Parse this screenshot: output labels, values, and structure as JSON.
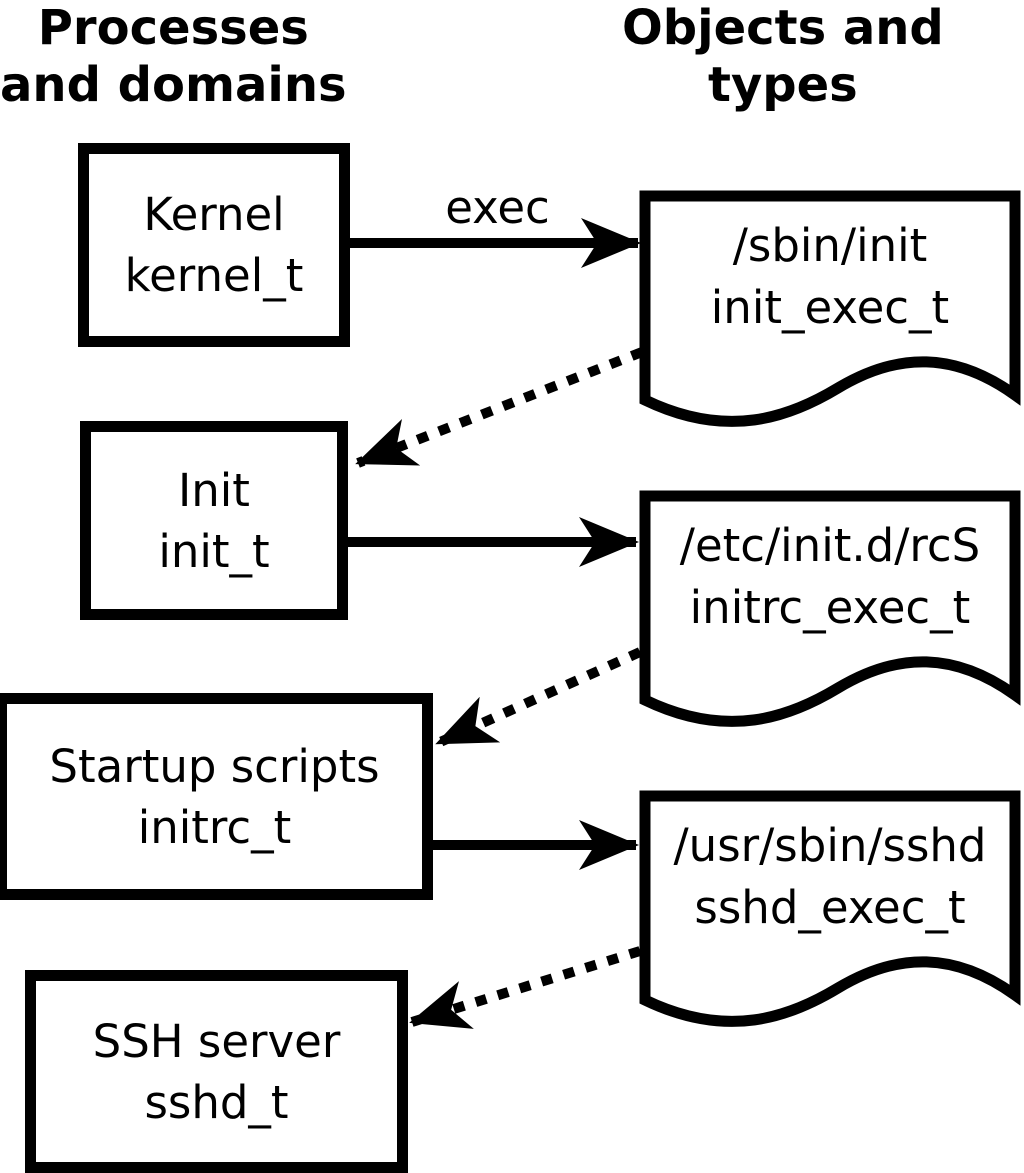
{
  "colors": {
    "ink": "#000000",
    "paper": "#ffffff"
  },
  "headers": {
    "left": {
      "line1": "Processes",
      "line2": "and domains"
    },
    "right": {
      "line1": "Objects and",
      "line2": "types"
    }
  },
  "processes": [
    {
      "label": "Kernel",
      "domain": "kernel_t"
    },
    {
      "label": "Init",
      "domain": "init_t"
    },
    {
      "label": "Startup scripts",
      "domain": "initrc_t"
    },
    {
      "label": "SSH server",
      "domain": "sshd_t"
    }
  ],
  "objects": [
    {
      "path": "/sbin/init",
      "type": "init_exec_t"
    },
    {
      "path": "/etc/init.d/rcS",
      "type": "initrc_exec_t"
    },
    {
      "path": "/usr/sbin/sshd",
      "type": "sshd_exec_t"
    }
  ],
  "edges": {
    "exec_label": "exec",
    "solid_style": "exec arrow",
    "dotted_style": "domain transition arrow"
  }
}
